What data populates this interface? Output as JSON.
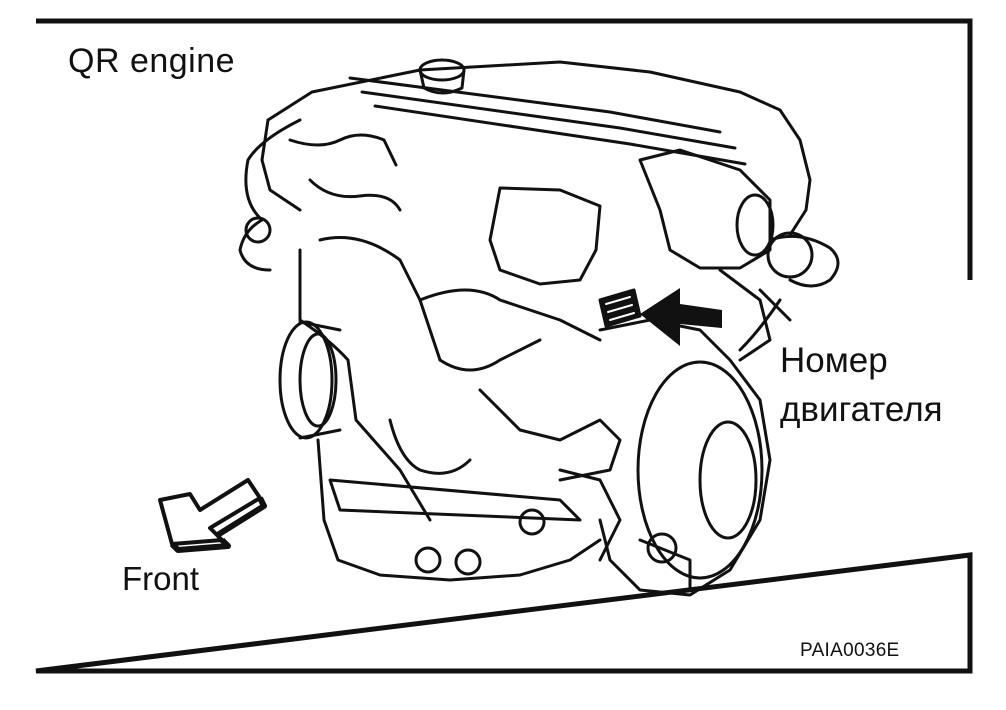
{
  "diagram": {
    "title": "QR engine",
    "engine_number_label": "Номер\nдвигателя",
    "front_label": "Front",
    "figure_code": "PAIA0036E"
  },
  "icons": {
    "callout_arrow": "arrow-pointing-left-icon",
    "front_arrow": "hollow-arrow-down-left-icon"
  }
}
